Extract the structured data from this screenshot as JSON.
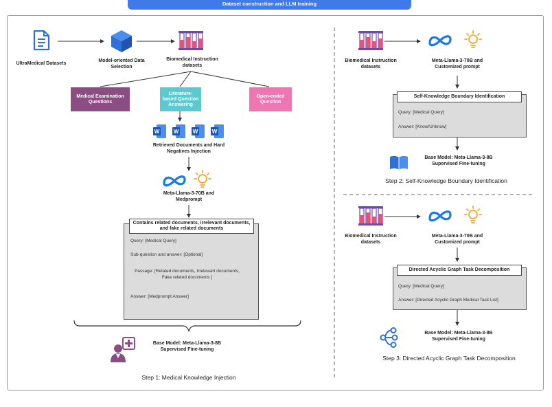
{
  "title": "Dataset construction and LLM training",
  "step1": {
    "nodes": {
      "ultramedical": "UltraMedical Datasets",
      "selection": "Model-oriented Data Selection",
      "instruction": "Biomedical Instruction datasets"
    },
    "categories": [
      {
        "label": "Medical Examination Questions",
        "color": "#8c4d84"
      },
      {
        "label": "Literature-based Question Answering",
        "color": "#5cc9cf"
      },
      {
        "label": "Open-ended Question",
        "color": "#ee76b2"
      }
    ],
    "retrieved": "Retrieved Documents and Hard Negatives Injection",
    "model": "Meta-Llama-3-70B and Medprompt",
    "card": {
      "header": "Contains related documents, irrelevant documents, and fake related documents",
      "query": "Query: [Medical Query]",
      "subq": "Sub-question and answer: [Optional]",
      "passage": "Passage: [Related documents, Irrelevant documents, Fake related documents ]",
      "answer": "Answer: [Medprompt Answer]"
    },
    "base": "Base Model: Meta-Llama-3-8B Supervised Fine-tuning",
    "caption": "Step 1: Medical Knowledge Injection"
  },
  "step2": {
    "dataset": "Biomedical Instruction datasets",
    "model": "Meta-Llama-3-70B and Customized prompt",
    "card": {
      "header": "Self-Knowledge Boundary Identification",
      "query": "Query: [Medical Query]",
      "answer": "Answer: [Know/Unknow]"
    },
    "base": "Base Model: Meta-Llama-3-8B Supervised Fine-tuning",
    "caption": "Step 2: Self-Knowledge Boundary Identification"
  },
  "step3": {
    "dataset": "Biomedical Instruction datasets",
    "model": "Meta-Llama-3-70B and Customized prompt",
    "card": {
      "header": "Directed Acyclic Graph Task Decomposition",
      "query": "Query: [Medical Query]",
      "answer": "Answer: [Directed Acyclic Graph Medical Task List]"
    },
    "base": "Base Model: Meta-Llama-3-8B Supervised Fine-tuning",
    "caption": "Step 3: Directed Acyclic Graph Task Decomposition"
  },
  "colors": {
    "banner": "#3f79ea",
    "icon_blue": "#2f6fd6",
    "meta_blue": "#1877f2",
    "bulb": "#f5a623",
    "beaker_pink": "#e8527a",
    "beaker_purple": "#6a4ca8",
    "doctor": "#8c4d84"
  }
}
